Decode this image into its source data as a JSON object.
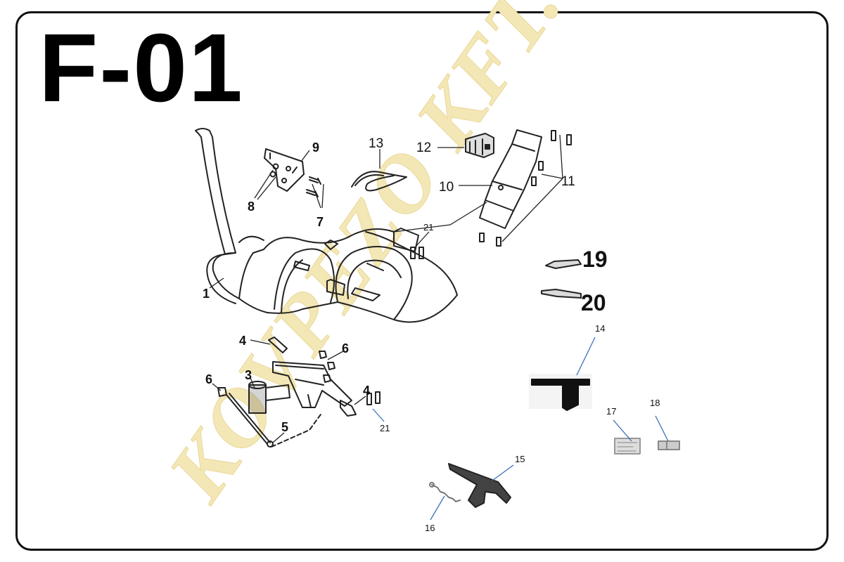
{
  "page_title": "F-01",
  "watermark_text": "KOVPEZO KFT.",
  "callouts": {
    "c1": "1",
    "c3": "3",
    "c4a": "4",
    "c4b": "4",
    "c5": "5",
    "c6a": "6",
    "c6b": "6",
    "c7": "7",
    "c8": "8",
    "c9": "9",
    "c10": "10",
    "c11": "11",
    "c12": "12",
    "c13": "13",
    "c14": "14",
    "c15": "15",
    "c16": "16",
    "c17": "17",
    "c18": "18",
    "c19": "19",
    "c20": "20",
    "c21a": "21",
    "c21b": "21"
  },
  "colors": {
    "line": "#222222",
    "leader_blue": "#3a73b8",
    "watermark": "#f3e7b5",
    "frame": "#111111"
  }
}
